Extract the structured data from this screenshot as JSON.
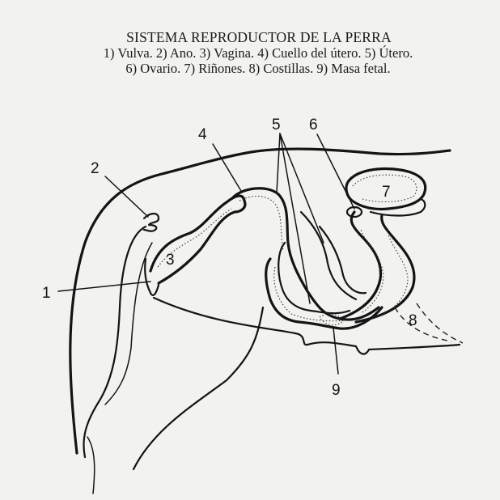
{
  "title": "SISTEMA REPRODUCTOR DE LA PERRA",
  "legend": {
    "line1": "1) Vulva. 2) Ano. 3) Vagina. 4) Cuello del útero. 5) Útero.",
    "line2": "6) Ovario. 7) Riñones. 8) Costillas. 9) Masa fetal."
  },
  "labels": [
    {
      "num": "1",
      "name": "Vulva"
    },
    {
      "num": "2",
      "name": "Ano"
    },
    {
      "num": "3",
      "name": "Vagina"
    },
    {
      "num": "4",
      "name": "Cuello del útero"
    },
    {
      "num": "5",
      "name": "Útero"
    },
    {
      "num": "6",
      "name": "Ovario"
    },
    {
      "num": "7",
      "name": "Riñones"
    },
    {
      "num": "8",
      "name": "Costillas"
    },
    {
      "num": "9",
      "name": "Masa fetal"
    }
  ],
  "colors": {
    "background": "#f2f2f0",
    "ink": "#141414"
  }
}
